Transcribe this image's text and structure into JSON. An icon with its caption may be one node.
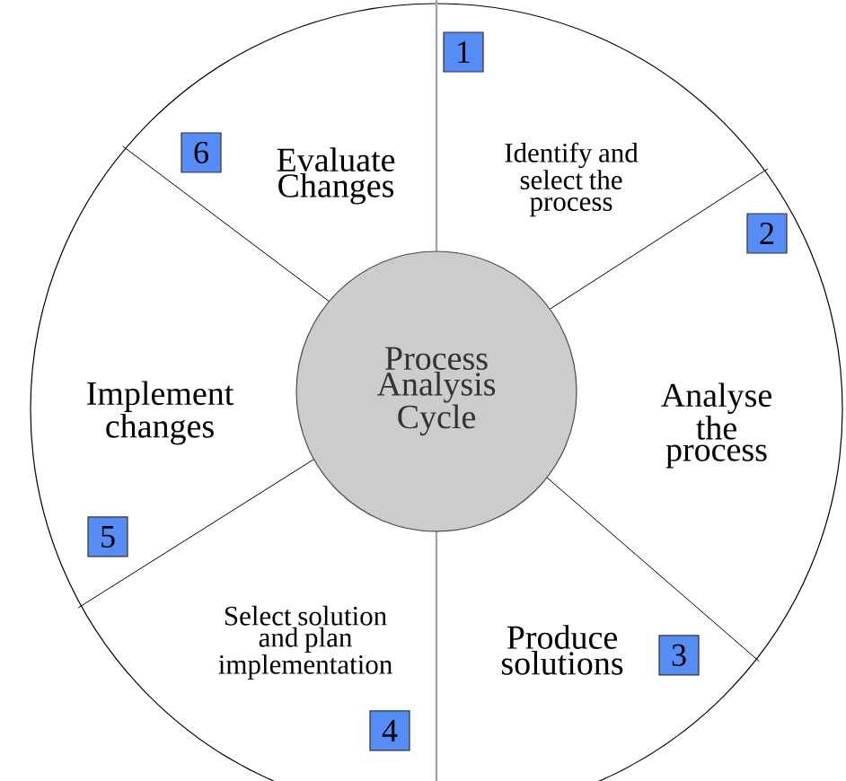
{
  "diagram": {
    "nodes": [
      {
        "text": [
          "Process Analysis Cycle"
        ]
      },
      {
        "text": [
          "Identify and select the process"
        ]
      },
      {
        "text": [
          "Analyse the process"
        ]
      },
      {
        "text": [
          "Produce solutions"
        ]
      },
      {
        "text": [
          "Select solution and plan implementation"
        ]
      },
      {
        "text": [
          "Implement changes"
        ]
      },
      {
        "text": [
          "Evaluate Changes"
        ]
      }
    ],
    "labels": [
      "1",
      "2",
      "3",
      "4",
      "5",
      "6"
    ]
  }
}
